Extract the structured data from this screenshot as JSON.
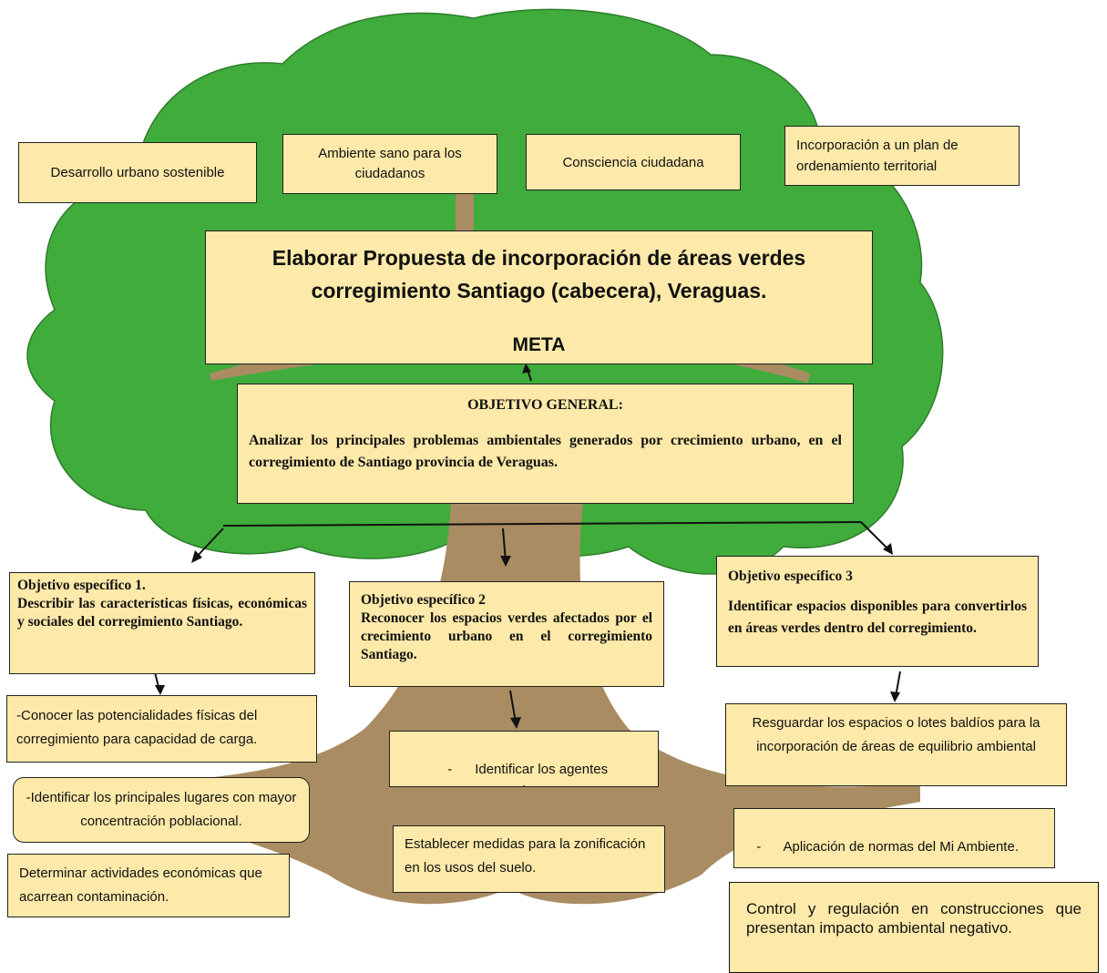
{
  "goals": [
    "Desarrollo urbano sostenible",
    "Ambiente sano para los ciudadanos",
    "Consciencia ciudadana",
    "Incorporación a un plan de ordenamiento territorial"
  ],
  "meta": {
    "title": "Elaborar Propuesta de incorporación de áreas verdes corregimiento Santiago (cabecera), Veraguas.",
    "label": "META"
  },
  "general_objective": {
    "heading": "OBJETIVO GENERAL:",
    "text": "Analizar los principales problemas ambientales generados por crecimiento urbano, en el corregimiento de Santiago provincia de Veraguas."
  },
  "specific_objectives": [
    {
      "heading": "Objetivo específico 1.",
      "text": "Describir las características físicas, económicas y sociales del corregimiento Santiago."
    },
    {
      "heading": "Objetivo específico 2",
      "text": "Reconocer los espacios verdes afectados por el crecimiento urbano en el corregimiento Santiago."
    },
    {
      "heading": "Objetivo específico 3",
      "text": "Identificar espacios disponibles para convertirlos en áreas verdes dentro del corregimiento."
    }
  ],
  "actions": {
    "col1": [
      "-Conocer las potencialidades físicas del corregimiento para capacidad de carga.",
      "-Identificar los principales lugares con mayor concentración poblacional.",
      "Determinar actividades económicas que acarrean contaminación."
    ],
    "col2": [
      "-      Identificar los agentes contaminantes.",
      "Establecer medidas para la zonificación en los usos del suelo."
    ],
    "col3": [
      "Resguardar los espacios o lotes baldíos para la incorporación de áreas de equilibrio ambiental",
      "-      Aplicación de normas del Mi Ambiente.",
      "Control y regulación en construcciones que presentan impacto ambiental negativo."
    ]
  },
  "colors": {
    "canopy": "#3fac3c",
    "trunk": "#a98c62",
    "box_fill": "#fde9a9",
    "border": "#222222"
  }
}
